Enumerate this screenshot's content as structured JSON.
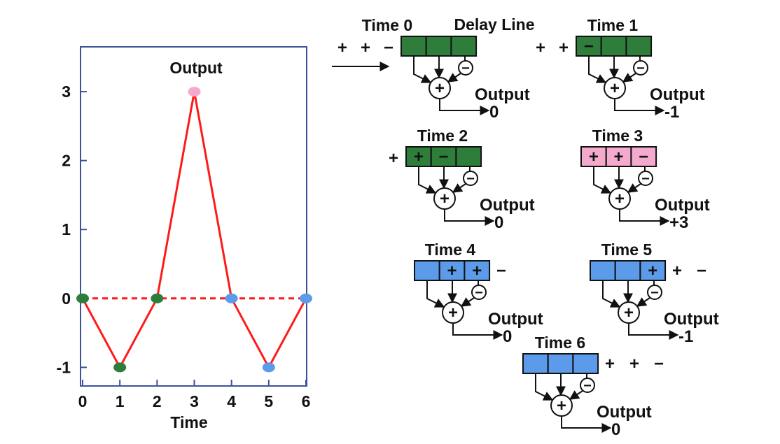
{
  "colors": {
    "green": "#2e7d3a",
    "pink": "#f4aacd",
    "blue": "#5b9be9",
    "line": "#ff1a1a",
    "axis": "#3a539b"
  },
  "chart_data": {
    "type": "line",
    "title": "Output",
    "xlabel": "Time",
    "ylabel": "",
    "x": [
      0,
      1,
      2,
      3,
      4,
      5,
      6
    ],
    "values": [
      0,
      -1,
      0,
      3,
      0,
      -1,
      0
    ],
    "point_colors": [
      "green",
      "green",
      "green",
      "pink",
      "blue",
      "blue",
      "blue"
    ],
    "xticks": [
      "0",
      "1",
      "2",
      "3",
      "4",
      "5",
      "6"
    ],
    "yticks": [
      -1,
      0,
      1,
      2,
      3
    ],
    "ytick_labels": [
      "-1",
      "0",
      "1",
      "2",
      "3"
    ],
    "xlim": [
      0,
      6
    ],
    "ylim": [
      -1.27,
      3.65
    ],
    "reference_line": {
      "y": 0,
      "style": "dashed"
    }
  },
  "diagram": {
    "delay_line_label": "Delay Line",
    "output_label": "Output",
    "sum_symbol": "+",
    "negate_symbol": "−",
    "blocks": [
      {
        "title": "Time 0",
        "color": "green",
        "cells": [
          "",
          "",
          ""
        ],
        "left_signs": [
          "+",
          "+",
          "−"
        ],
        "right_signs": [],
        "output": "0"
      },
      {
        "title": "Time 1",
        "color": "green",
        "cells": [
          "−",
          "",
          ""
        ],
        "left_signs": [
          "+",
          "+"
        ],
        "right_signs": [],
        "output": "-1"
      },
      {
        "title": "Time 2",
        "color": "green",
        "cells": [
          "+",
          "−",
          ""
        ],
        "left_signs": [
          "+"
        ],
        "right_signs": [],
        "output": "0"
      },
      {
        "title": "Time 3",
        "color": "pink",
        "cells": [
          "+",
          "+",
          "−"
        ],
        "left_signs": [],
        "right_signs": [],
        "output": "+3"
      },
      {
        "title": "Time 4",
        "color": "blue",
        "cells": [
          "",
          "+",
          "+"
        ],
        "left_signs": [],
        "right_signs": [
          "−"
        ],
        "output": "0"
      },
      {
        "title": "Time 5",
        "color": "blue",
        "cells": [
          "",
          "",
          "+"
        ],
        "left_signs": [],
        "right_signs": [
          "+",
          "−"
        ],
        "output": "-1"
      },
      {
        "title": "Time 6",
        "color": "blue",
        "cells": [
          "",
          "",
          ""
        ],
        "left_signs": [],
        "right_signs": [
          "+",
          "+",
          "−"
        ],
        "output": "0"
      }
    ]
  }
}
